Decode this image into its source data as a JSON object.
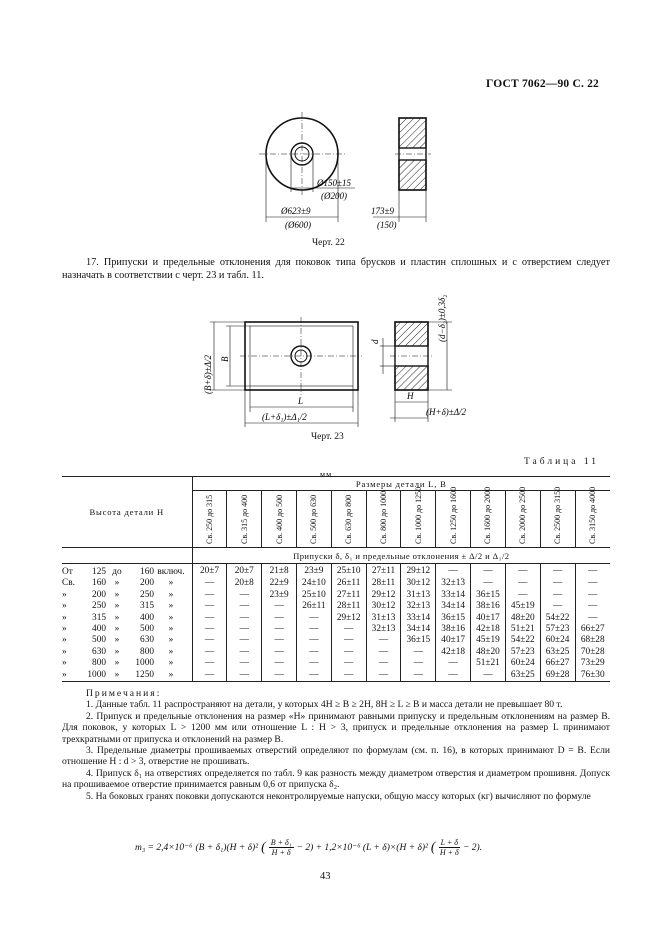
{
  "header": "ГОСТ 7062—90 С. 22",
  "fig22": {
    "caption": "Черт. 22",
    "d_inner_label": "Ø150±15",
    "d_inner_ref": "(Ø200)",
    "d_outer_label": "Ø623±9",
    "d_outer_ref": "(Ø600)",
    "height_label": "173±9",
    "height_ref": "(150)"
  },
  "para17": "17. Припуски и предельные отклонения для поковок типа брусков и пластин сплошных и с отверстием следует назначать в соответствии с черт. 23 и табл. 11.",
  "fig23": {
    "caption": "Черт. 23",
    "dim_left": "(B+δ)±Δ/2",
    "dim_B": "B",
    "dim_L": "L",
    "dim_bottom": "(L+δ₁)±Δ₁/2",
    "dim_d": "d",
    "dim_right_top": "(d−δ₂)±0,3δ₂",
    "dim_H": "H",
    "dim_right_bottom": "(H+δ)±Δ/2"
  },
  "table": {
    "title": "Таблица 11",
    "unit": "мм",
    "row_header": "Высота детали H",
    "group_header": "Размеры детали L, B",
    "columns": [
      "Св. 250 до 315",
      "Св. 315 до 400",
      "Св. 400 до 500",
      "Св. 500 до 630",
      "Св. 630 до 800",
      "Св. 800 до 1000",
      "Св. 1000 до 1250",
      "Св. 1250 до 1600",
      "Св. 1600 до 2000",
      "Св. 2000 до 2500",
      "Св. 2500 до 3150",
      "Св. 3150 до 4000"
    ],
    "subheader": "Припуски δ, δ₁ и предельные отклонения ± Δ/2 и Δ₁/2",
    "rows": [
      {
        "pre": "От",
        "from": "125",
        "mid": "до",
        "to": "160",
        "post": "включ.",
        "cells": [
          "20±7",
          "20±7",
          "21±8",
          "23±9",
          "25±10",
          "27±11",
          "29±12",
          "—",
          "—",
          "—",
          "—",
          "—"
        ]
      },
      {
        "pre": "Св.",
        "from": "160",
        "mid": "»",
        "to": "200",
        "post": "»",
        "cells": [
          "—",
          "20±8",
          "22±9",
          "24±10",
          "26±11",
          "28±11",
          "30±12",
          "32±13",
          "—",
          "—",
          "—",
          "—"
        ]
      },
      {
        "pre": "»",
        "from": "200",
        "mid": "»",
        "to": "250",
        "post": "»",
        "cells": [
          "—",
          "—",
          "23±9",
          "25±10",
          "27±11",
          "29±12",
          "31±13",
          "33±14",
          "36±15",
          "—",
          "—",
          "—"
        ]
      },
      {
        "pre": "»",
        "from": "250",
        "mid": "»",
        "to": "315",
        "post": "»",
        "cells": [
          "—",
          "—",
          "—",
          "26±11",
          "28±11",
          "30±12",
          "32±13",
          "34±14",
          "38±16",
          "45±19",
          "—",
          "—"
        ]
      },
      {
        "pre": "»",
        "from": "315",
        "mid": "»",
        "to": "400",
        "post": "»",
        "cells": [
          "—",
          "—",
          "—",
          "—",
          "29±12",
          "31±13",
          "33±14",
          "36±15",
          "40±17",
          "48±20",
          "54±22",
          "—"
        ]
      },
      {
        "pre": "»",
        "from": "400",
        "mid": "»",
        "to": "500",
        "post": "»",
        "cells": [
          "—",
          "—",
          "—",
          "—",
          "—",
          "32±13",
          "34±14",
          "38±16",
          "42±18",
          "51±21",
          "57±23",
          "66±27"
        ]
      },
      {
        "pre": "»",
        "from": "500",
        "mid": "»",
        "to": "630",
        "post": "»",
        "cells": [
          "—",
          "—",
          "—",
          "—",
          "—",
          "—",
          "36±15",
          "40±17",
          "45±19",
          "54±22",
          "60±24",
          "68±28"
        ]
      },
      {
        "pre": "»",
        "from": "630",
        "mid": "»",
        "to": "800",
        "post": "»",
        "cells": [
          "—",
          "—",
          "—",
          "—",
          "—",
          "—",
          "—",
          "42±18",
          "48±20",
          "57±23",
          "63±25",
          "70±28"
        ]
      },
      {
        "pre": "»",
        "from": "800",
        "mid": "»",
        "to": "1000",
        "post": "»",
        "cells": [
          "—",
          "—",
          "—",
          "—",
          "—",
          "—",
          "—",
          "—",
          "51±21",
          "60±24",
          "66±27",
          "73±29"
        ]
      },
      {
        "pre": "»",
        "from": "1000",
        "mid": "»",
        "to": "1250",
        "post": "»",
        "cells": [
          "—",
          "—",
          "—",
          "—",
          "—",
          "—",
          "—",
          "—",
          "—",
          "63±25",
          "69±28",
          "76±30"
        ]
      }
    ]
  },
  "notes": {
    "title": "Примечания:",
    "n1": "1. Данные табл. 11 распространяют на детали, у которых 4H ≥ B ≥ 2H, 8H ≥ L ≥ B и масса детали не превышает 80 т.",
    "n2": "2. Припуск и предельные отклонения на размер «H» принимают равными припуску и предельным отклонениям на размер B. Для поковок, у которых L > 1200 мм или отношение L : H > 3, припуск и предельные отклонения на размер L принимают трехкратными от припуска и отклонений на размер B.",
    "n3": "3. Предельные диаметры прошиваемых отверстий определяют по формулам (см. п. 16), в которых принимают D = B. Если отношение H : d > 3, отверстие не прошивать.",
    "n4": "4. Припуск δ₁ на отверстиях определяется по табл. 9 как разность между диаметром отверстия и диаметром прошивня. Допуск на прошиваемое отверстие принимается равным 0,6 от припуска δ₂.",
    "n5": "5. На боковых гранях поковки допускаются неконтролируемые напуски, общую массу которых (кг) вычисляют по формуле"
  },
  "formula": {
    "lhs": "m₃ = 2,4×10⁻⁶",
    "t1": "(B + δ₁)(H + δ)²",
    "f1_num": "B + δ₁",
    "f1_den": "H + δ",
    "t2": "− 2) + 1,2×10⁻⁶ (L + δ)×(H + δ)²",
    "f2_num": "L + δ",
    "f2_den": "H + δ",
    "end": "− 2)."
  },
  "page_number": "43"
}
